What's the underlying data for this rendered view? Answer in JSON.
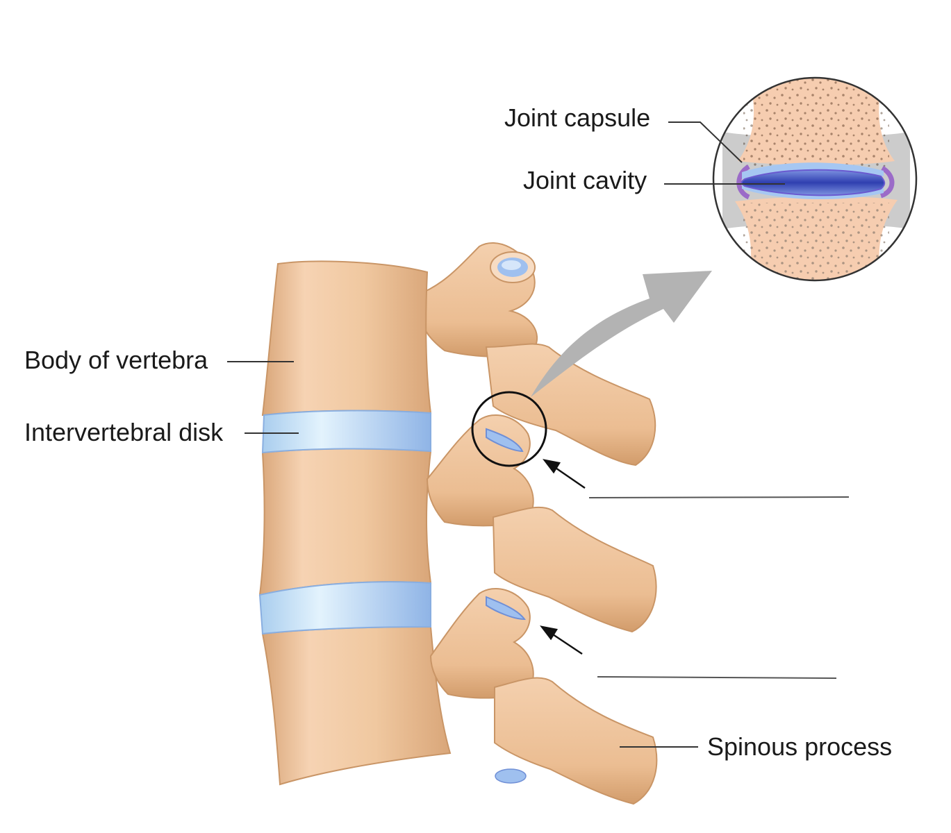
{
  "labels": {
    "joint_capsule": "Joint capsule",
    "joint_cavity": "Joint cavity",
    "body_of_vertebra": "Body of vertebra",
    "intervertebral_disk": "Intervertebral disk",
    "spinous_process": "Spinous process"
  },
  "colors": {
    "bone": "#f0c8a0",
    "bone_shadow": "#d9a679",
    "bone_highlight": "#fbe2cc",
    "disk": "#b8d8f2",
    "disk_edge": "#8fb4e6",
    "cavity": "#3f51c5",
    "capsule": "#9b6bc8",
    "capsule_gray": "#cccccc",
    "arrow": "#b3b3b3",
    "leader": "#333333"
  }
}
